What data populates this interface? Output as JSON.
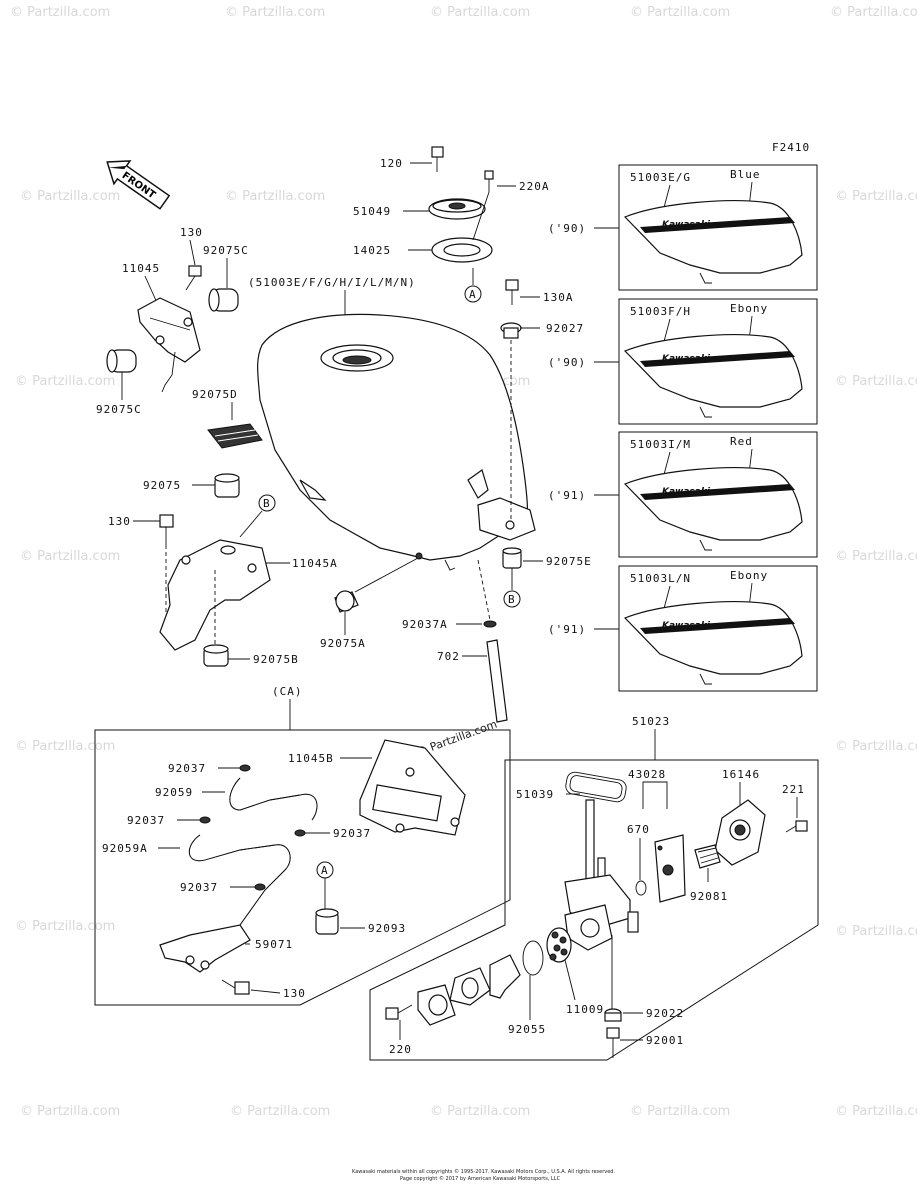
{
  "figure_code": "F2410",
  "front_label": "FRONT",
  "watermark_text": "© Partzilla.com",
  "footer": {
    "line1": "Kawasaki materials within all copyrights © 1995-2017. Kawasaki Motors Corp., U.S.A. All rights reserved.",
    "line2": "Page copyright © 2017 by American Kawasaki Motorsports, LLC"
  },
  "labels": {
    "p120": "120",
    "p220A": "220A",
    "p51049": "51049",
    "p14025": "14025",
    "p130_top": "130",
    "p92075C_top": "92075C",
    "p11045": "11045",
    "p92075C_bottom": "92075C",
    "p92075D": "92075D",
    "tank_variants": "(51003E/F/G/H/I/L/M/N)",
    "p130A": "130A",
    "p92027": "92027",
    "p92075": "92075",
    "p130_mid": "130",
    "p11045A": "11045A",
    "p92075E": "92075E",
    "p92075A": "92075A",
    "p92037A": "92037A",
    "p702": "702",
    "p92075B": "92075B",
    "ca": "(CA)",
    "p11045B": "11045B",
    "p92037_1": "92037",
    "p92059": "92059",
    "p92037_2": "92037",
    "p92037_3": "92037",
    "p92059A": "92059A",
    "p92037_4": "92037",
    "p92093": "92093",
    "p59071": "59071",
    "p130_ca": "130",
    "p51023": "51023",
    "p51039": "51039",
    "p43028": "43028",
    "p16146": "16146",
    "p221": "221",
    "p670": "670",
    "p92081": "92081",
    "p92055": "92055",
    "p11009": "11009",
    "p92022": "92022",
    "p92001": "92001",
    "p220": "220",
    "callout_A": "A",
    "callout_B": "B"
  },
  "variants": [
    {
      "part": "51003E/G",
      "color": "Blue",
      "year": "('90)"
    },
    {
      "part": "51003F/H",
      "color": "Ebony",
      "year": "('90)"
    },
    {
      "part": "51003I/M",
      "color": "Red",
      "year": "('91)"
    },
    {
      "part": "51003L/N",
      "color": "Ebony",
      "year": "('91)"
    }
  ],
  "brand_text": "Kawasaki"
}
